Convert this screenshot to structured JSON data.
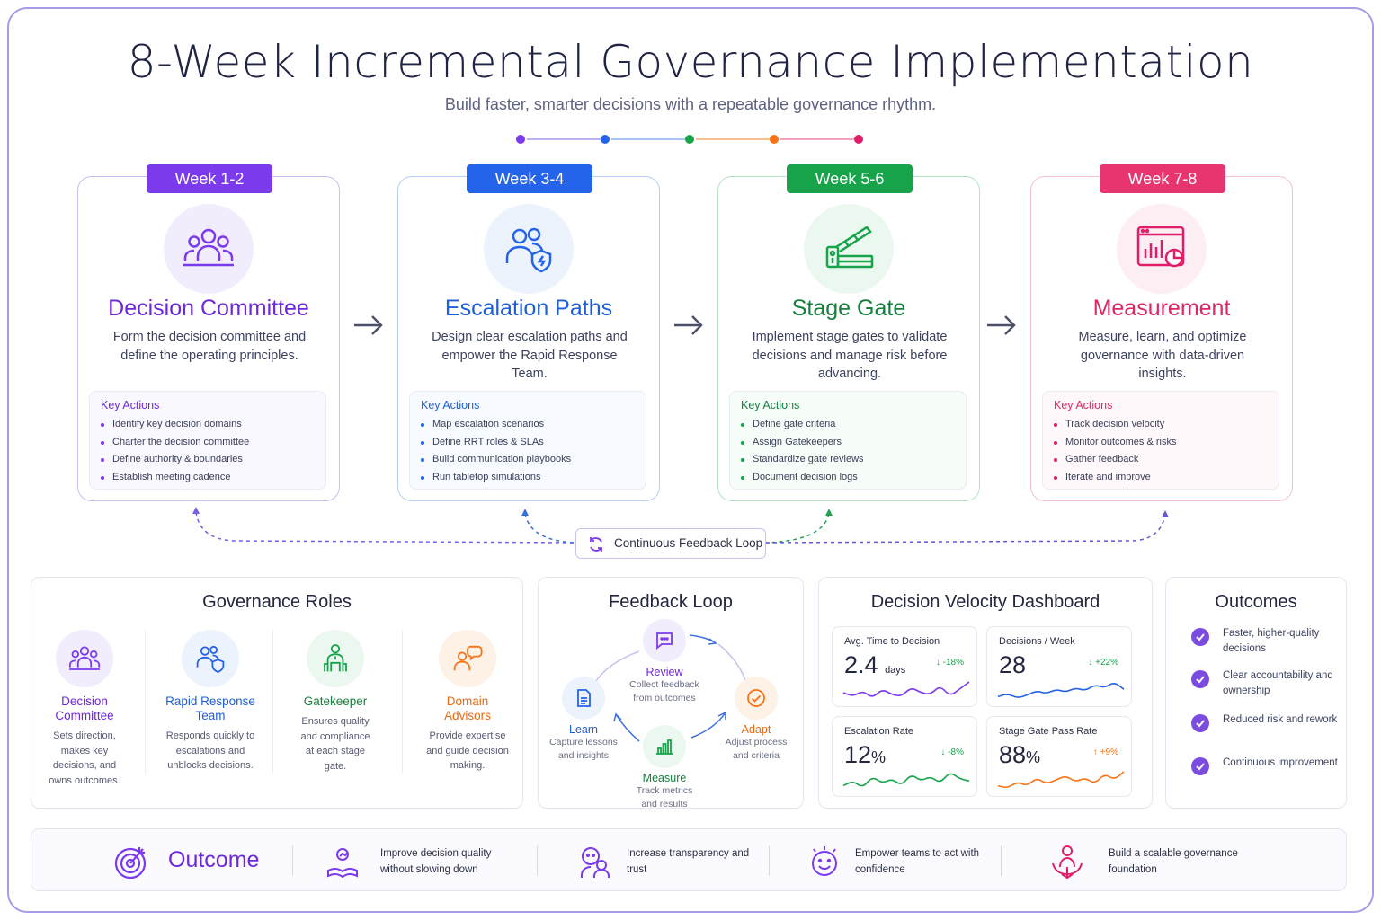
{
  "header": {
    "title": "8-Week Incremental Governance Implementation",
    "subtitle": "Build faster, smarter decisions with a repeatable governance rhythm."
  },
  "colors": {
    "purple": "#7c3aed",
    "blue": "#2563eb",
    "green": "#16a34a",
    "orange": "#f97316",
    "pink": "#e11d6b"
  },
  "phases": [
    {
      "week": "Week 1-2",
      "title": "Decision Committee",
      "desc": "Form the decision committee and define the operating principles.",
      "icon": "people-group-icon",
      "actions_label": "Key Actions",
      "actions": [
        "Identify key decision domains",
        "Charter the decision committee",
        "Define authority & boundaries",
        "Establish meeting cadence"
      ]
    },
    {
      "week": "Week 3-4",
      "title": "Escalation Paths",
      "desc": "Design clear escalation paths and empower the Rapid Response Team.",
      "icon": "people-shield-icon",
      "actions_label": "Key Actions",
      "actions": [
        "Map escalation scenarios",
        "Define RRT roles & SLAs",
        "Build communication playbooks",
        "Run tabletop simulations"
      ]
    },
    {
      "week": "Week 5-6",
      "title": "Stage Gate",
      "desc": "Implement stage gates to validate decisions and manage risk before advancing.",
      "icon": "barrier-gate-icon",
      "actions_label": "Key Actions",
      "actions": [
        "Define gate criteria",
        "Assign Gatekeepers",
        "Standardize gate reviews",
        "Document decision logs"
      ]
    },
    {
      "week": "Week 7-8",
      "title": "Measurement",
      "desc": "Measure, learn, and optimize governance with data-driven insights.",
      "icon": "dashboard-chart-icon",
      "actions_label": "Key Actions",
      "actions": [
        "Track decision velocity",
        "Monitor outcomes & risks",
        "Gather feedback",
        "Iterate and improve"
      ]
    }
  ],
  "feedback_loop_label": "Continuous Feedback Loop",
  "roles_panel": {
    "title": "Governance Roles",
    "roles": [
      {
        "name": "Decision Committee",
        "desc": "Sets direction, makes key decisions, and owns outcomes.",
        "icon": "people-group-icon"
      },
      {
        "name": "Rapid Response Team",
        "desc": "Responds quickly to escalations and unblocks decisions.",
        "icon": "people-shield-icon"
      },
      {
        "name": "Gatekeeper",
        "desc": "Ensures quality and compliance at each stage gate.",
        "icon": "gatekeeper-icon"
      },
      {
        "name": "Domain Advisors",
        "desc": "Provide expertise and guide decision making.",
        "icon": "advisors-chat-icon"
      }
    ]
  },
  "loop_panel": {
    "title": "Feedback Loop",
    "nodes": [
      {
        "name": "Review",
        "desc": "Collect feedback from outcomes",
        "icon": "chat-icon"
      },
      {
        "name": "Adapt",
        "desc": "Adjust process and criteria",
        "icon": "check-circle-icon"
      },
      {
        "name": "Measure",
        "desc": "Track metrics and results",
        "icon": "bar-chart-icon"
      },
      {
        "name": "Learn",
        "desc": "Capture lessons and insights",
        "icon": "document-icon"
      }
    ]
  },
  "dashboard": {
    "title": "Decision Velocity Dashboard",
    "kpis": [
      {
        "label": "Avg. Time to Decision",
        "value": "2.4",
        "unit": "days",
        "delta": "-18%",
        "trend": [
          6,
          4,
          7,
          3,
          8,
          5,
          4,
          9,
          6,
          5,
          10,
          4,
          8,
          12
        ],
        "color": "#7c3aed"
      },
      {
        "label": "Decisions / Week",
        "value": "28",
        "unit": "",
        "delta": "+22%",
        "trend": [
          4,
          6,
          3,
          5,
          8,
          6,
          9,
          7,
          10,
          8,
          12,
          10,
          14,
          9
        ],
        "color": "#2563eb"
      },
      {
        "label": "Escalation Rate",
        "value": "12",
        "unit": "%",
        "delta": "-8%",
        "trend": [
          5,
          7,
          4,
          9,
          6,
          8,
          5,
          10,
          7,
          9,
          6,
          11,
          8,
          7
        ],
        "color": "#16a34a"
      },
      {
        "label": "Stage Gate Pass Rate",
        "value": "88",
        "unit": "%",
        "delta": "+9%",
        "trend": [
          4,
          3,
          6,
          4,
          8,
          5,
          7,
          9,
          6,
          8,
          5,
          10,
          7,
          11
        ],
        "color": "#f97316"
      }
    ]
  },
  "outcomes_panel": {
    "title": "Outcomes",
    "items": [
      "Faster, higher-quality decisions",
      "Clear accountability and ownership",
      "Reduced risk and rework",
      "Continuous improvement"
    ]
  },
  "outcome_bar": {
    "label": "Outcome",
    "items": [
      {
        "text": "Improve decision quality without slowing down",
        "icon": "growth-book-icon"
      },
      {
        "text": "Increase transparency and trust",
        "icon": "team-trust-icon"
      },
      {
        "text": "Empower teams to act with confidence",
        "icon": "smile-celebrate-icon"
      },
      {
        "text": "Build a scalable governance foundation",
        "icon": "person-foundation-icon"
      }
    ]
  }
}
